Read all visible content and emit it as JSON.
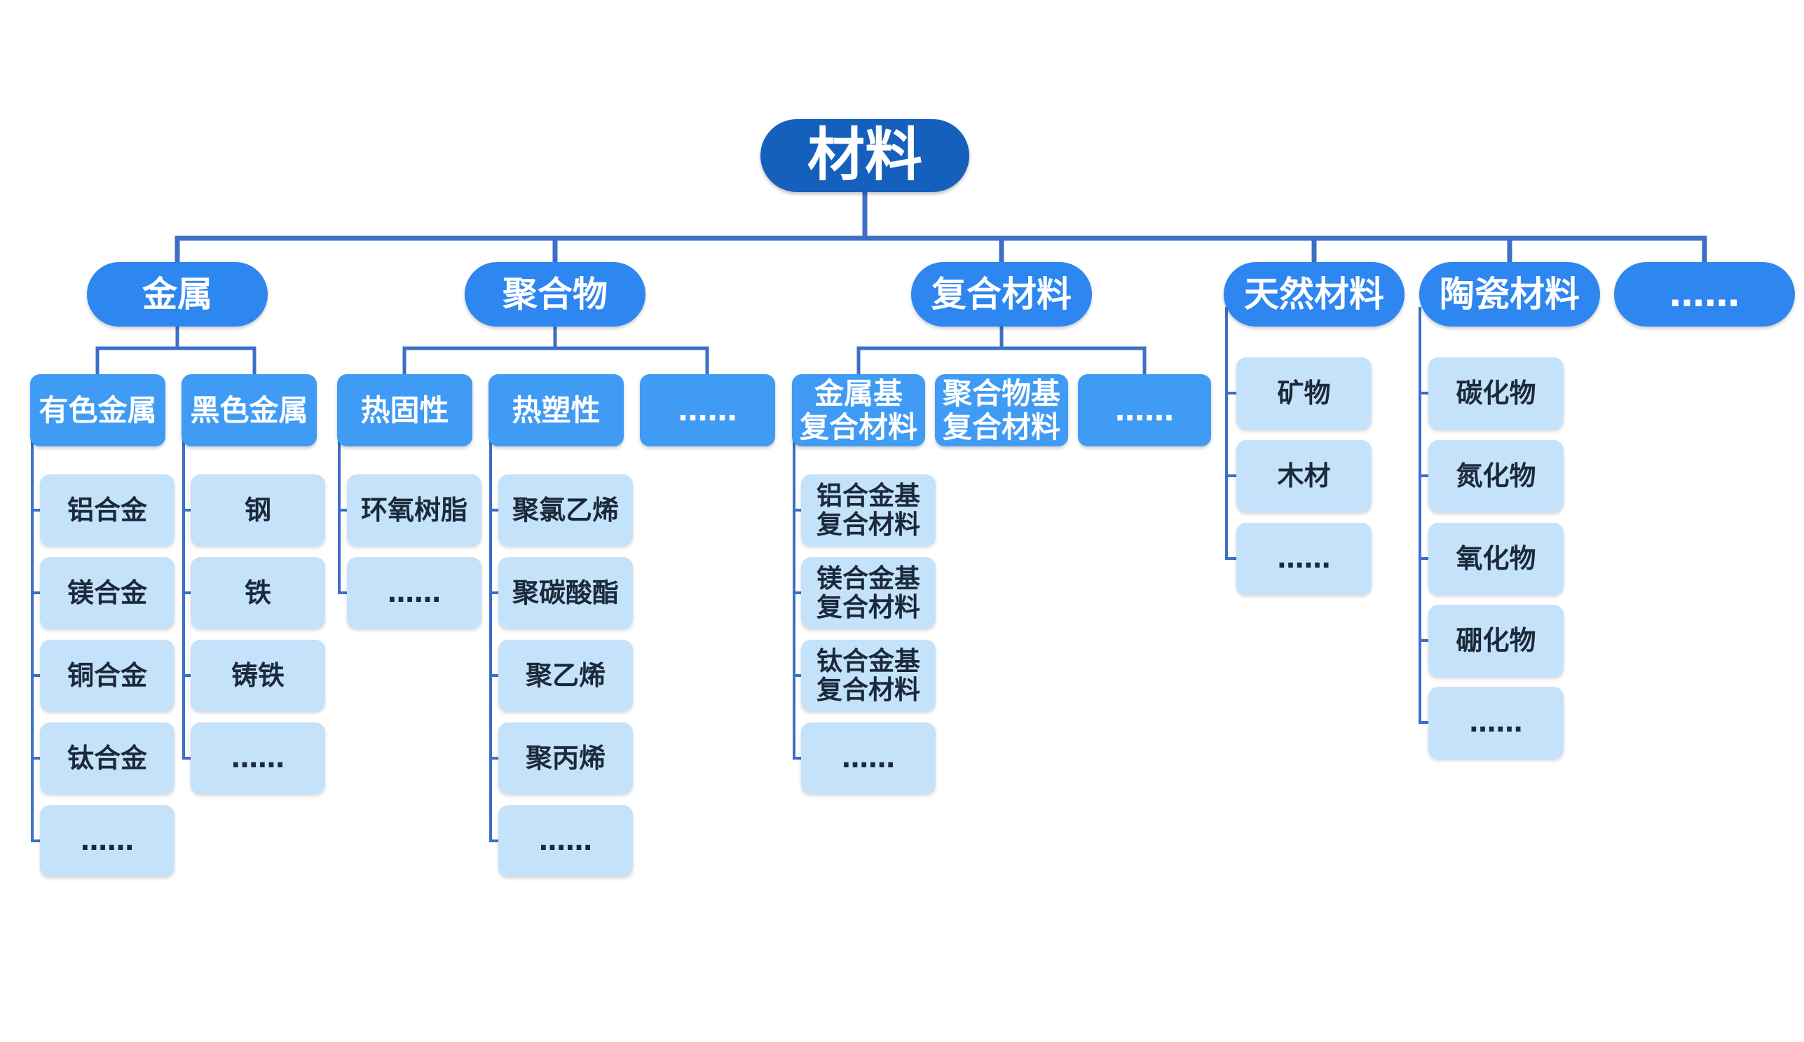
{
  "root": "材料",
  "categories": {
    "metal": {
      "label": "金属",
      "nonferrous": {
        "label": "有色金属",
        "items": [
          "铝合金",
          "镁合金",
          "铜合金",
          "钛合金",
          "……"
        ]
      },
      "ferrous": {
        "label": "黑色金属",
        "items": [
          "钢",
          "铁",
          "铸铁",
          "……"
        ]
      }
    },
    "polymer": {
      "label": "聚合物",
      "thermoset": {
        "label": "热固性",
        "items": [
          "环氧树脂",
          "……"
        ]
      },
      "thermoplastic": {
        "label": "热塑性",
        "items": [
          "聚氯乙烯",
          "聚碳酸酯",
          "聚乙烯",
          "聚丙烯",
          "……"
        ]
      },
      "more": "……"
    },
    "composite": {
      "label": "复合材料",
      "metal_matrix": {
        "label": "金属基\n复合材料",
        "items": [
          "铝合金基\n复合材料",
          "镁合金基\n复合材料",
          "钛合金基\n复合材料",
          "……"
        ]
      },
      "polymer_matrix": {
        "label": "聚合物基\n复合材料"
      },
      "more": "……"
    },
    "natural": {
      "label": "天然材料",
      "items": [
        "矿物",
        "木材",
        "……"
      ]
    },
    "ceramic": {
      "label": "陶瓷材料",
      "items": [
        "碳化物",
        "氮化物",
        "氧化物",
        "硼化物",
        "……"
      ]
    },
    "more": {
      "label": "……"
    }
  },
  "colors": {
    "root": "#1560bd",
    "level1": "#2e86f0",
    "level2": "#3f9bf4",
    "leaf": "#c5e2fb",
    "leaf_text": "#1b2a3a",
    "connector": "#3d6fc6"
  }
}
